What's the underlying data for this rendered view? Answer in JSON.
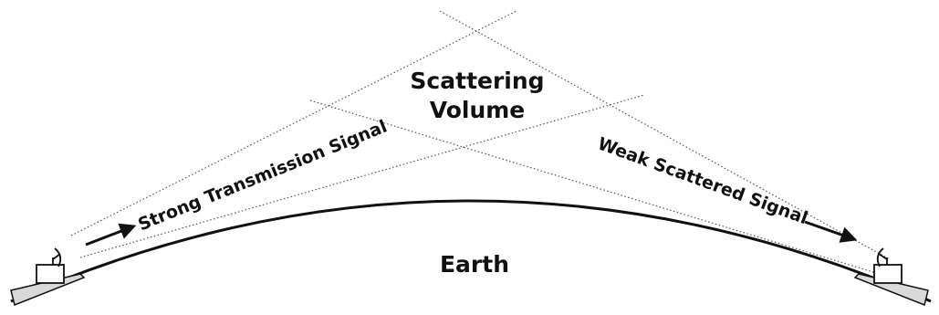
{
  "labels": {
    "scattering_volume_line1": "Scattering",
    "scattering_volume_line2": "Volume",
    "strong_signal": "Strong Transmission Signal",
    "weak_signal": "Weak Scattered Signal",
    "earth": "Earth"
  },
  "colors": {
    "ink": "#111111",
    "ground_fill": "#d9d9d9",
    "beam_line": "#555555",
    "background": "#ffffff"
  },
  "icons": {
    "transmitter": "dish-antenna-icon",
    "receiver": "dish-antenna-icon",
    "signal_direction": "arrow-icon"
  }
}
